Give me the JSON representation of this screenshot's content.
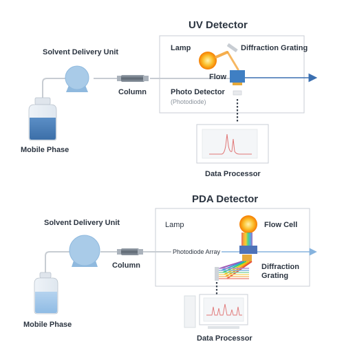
{
  "uv": {
    "title": "UV Detector",
    "solvent_delivery_unit": "Solvent Delivery Unit",
    "column": "Column",
    "mobile_phase": "Mobile Phase",
    "lamp": "Lamp",
    "diffraction_grating": "Diffraction Grating",
    "flow": "Flow",
    "photo_detector": "Photo Detector",
    "photodiode": "(Photodiode)",
    "data_processor": "Data Processor"
  },
  "pda": {
    "title": "PDA Detector",
    "solvent_delivery_unit": "Solvent Delivery Unit",
    "column": "Column",
    "mobile_phase": "Mobile Phase",
    "lamp": "Lamp",
    "flow_cell": "Flow Cell",
    "photodiode_array": "Photodiode Array",
    "diffraction_grating": "Diffraction Grating",
    "data_processor": "Data Processor"
  },
  "colors": {
    "tubing": "#c7ccd2",
    "flow_arrow": "#3a6fb0",
    "pump": "#a9cbe8",
    "liquid": "#4e86c3",
    "lamp": "#f6a623",
    "cell": "#e6a93a",
    "spectrum": [
      "#e74c3c",
      "#f39c12",
      "#f1c40f",
      "#2ecc71",
      "#3498db",
      "#9b59b6"
    ]
  }
}
